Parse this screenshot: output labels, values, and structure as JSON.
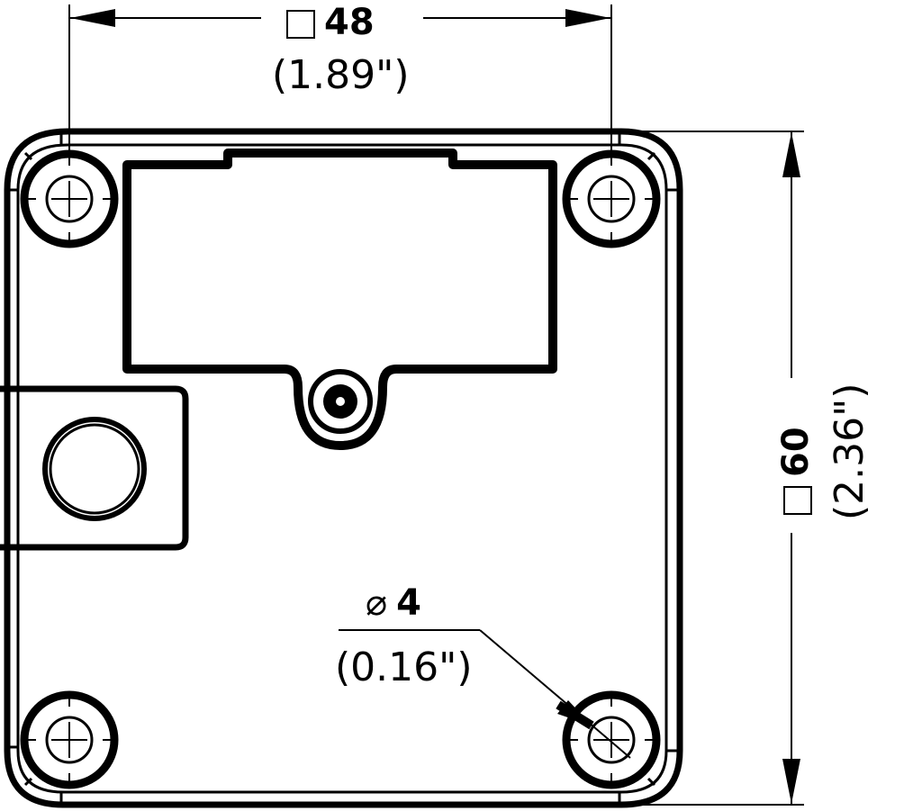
{
  "drawing": {
    "type": "mechanical dimension drawing",
    "view": "back plate, square mounting pattern",
    "line_color": "#000000",
    "background": "#ffffff"
  },
  "dimensions": {
    "hole_spacing": {
      "symbol": "square",
      "value_mm": "48",
      "value_in": "(1.89\")"
    },
    "body_size": {
      "symbol": "square",
      "value_mm": "60",
      "value_in": "(2.36\")"
    },
    "hole_diameter": {
      "symbol": "⌀",
      "value_mm": "4",
      "value_in": "(0.16\")"
    }
  },
  "features": {
    "mounting_holes": [
      "top-left",
      "top-right",
      "bottom-left",
      "bottom-right"
    ],
    "connector_window": "rectangular cutout",
    "center_fastener": "round boss",
    "side_port": "round port on left tab"
  }
}
